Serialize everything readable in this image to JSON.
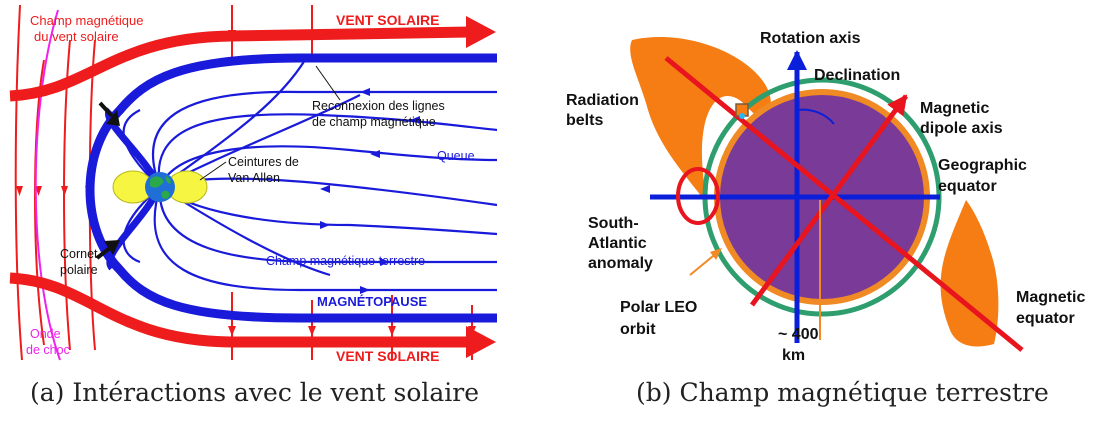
{
  "panel_a": {
    "caption": "(a) Intéractions avec le vent solaire",
    "labels": {
      "imf_line1": "Champ magnétique",
      "imf_line2": "du vent solaire",
      "solar_wind_top": "VENT SOLAIRE",
      "reconnection_line1": "Reconnexion des lignes",
      "reconnection_line2": "de champ magnétique",
      "van_allen_line1": "Ceintures de",
      "van_allen_line2": "Van Allen",
      "tail": "Queue",
      "cusp_line1": "Cornet",
      "cusp_line2": "polaire",
      "earth_field": "Champ magnétique terrestre",
      "magnetopause": "MAGNÉTOPAUSE",
      "shock_line1": "Onde",
      "shock_line2": "de choc",
      "solar_wind_bottom": "VENT SOLAIRE"
    },
    "colors": {
      "solar_wind": "#ee1c1c",
      "field_lines": "#1a1adb",
      "bow_shock": "#ee22ee",
      "van_allen": "#f5f542",
      "earth_ocean": "#1f6fd6",
      "earth_land": "#2aa84a"
    },
    "icons": [
      "earth-icon",
      "arrow-icon"
    ]
  },
  "panel_b": {
    "caption": "(b) Champ magnétique terrestre",
    "labels": {
      "rotation_axis": "Rotation axis",
      "declination": "Declination",
      "radiation_line1": "Radiation",
      "radiation_line2": "belts",
      "dipole_line1": "Magnetic",
      "dipole_line2": "dipole axis",
      "geo_eq_line1": "Geographic",
      "geo_eq_line2": "equator",
      "saa_line1": "South-",
      "saa_line2": "Atlantic",
      "saa_line3": "anomaly",
      "leo_line1": "Polar LEO",
      "leo_line2": "orbit",
      "alt_line1": "~ 400",
      "alt_line2": "km",
      "mag_eq_line1": "Magnetic",
      "mag_eq_line2": "equator"
    },
    "colors": {
      "planet": "#7a3a98",
      "planet_rim": "#f08a24",
      "orbit": "#2e9e6e",
      "radiation_belts": "#f57d14",
      "axes_blue": "#0a1fd9",
      "axes_red": "#e8141e"
    },
    "icons": [
      "satellite-icon"
    ]
  }
}
